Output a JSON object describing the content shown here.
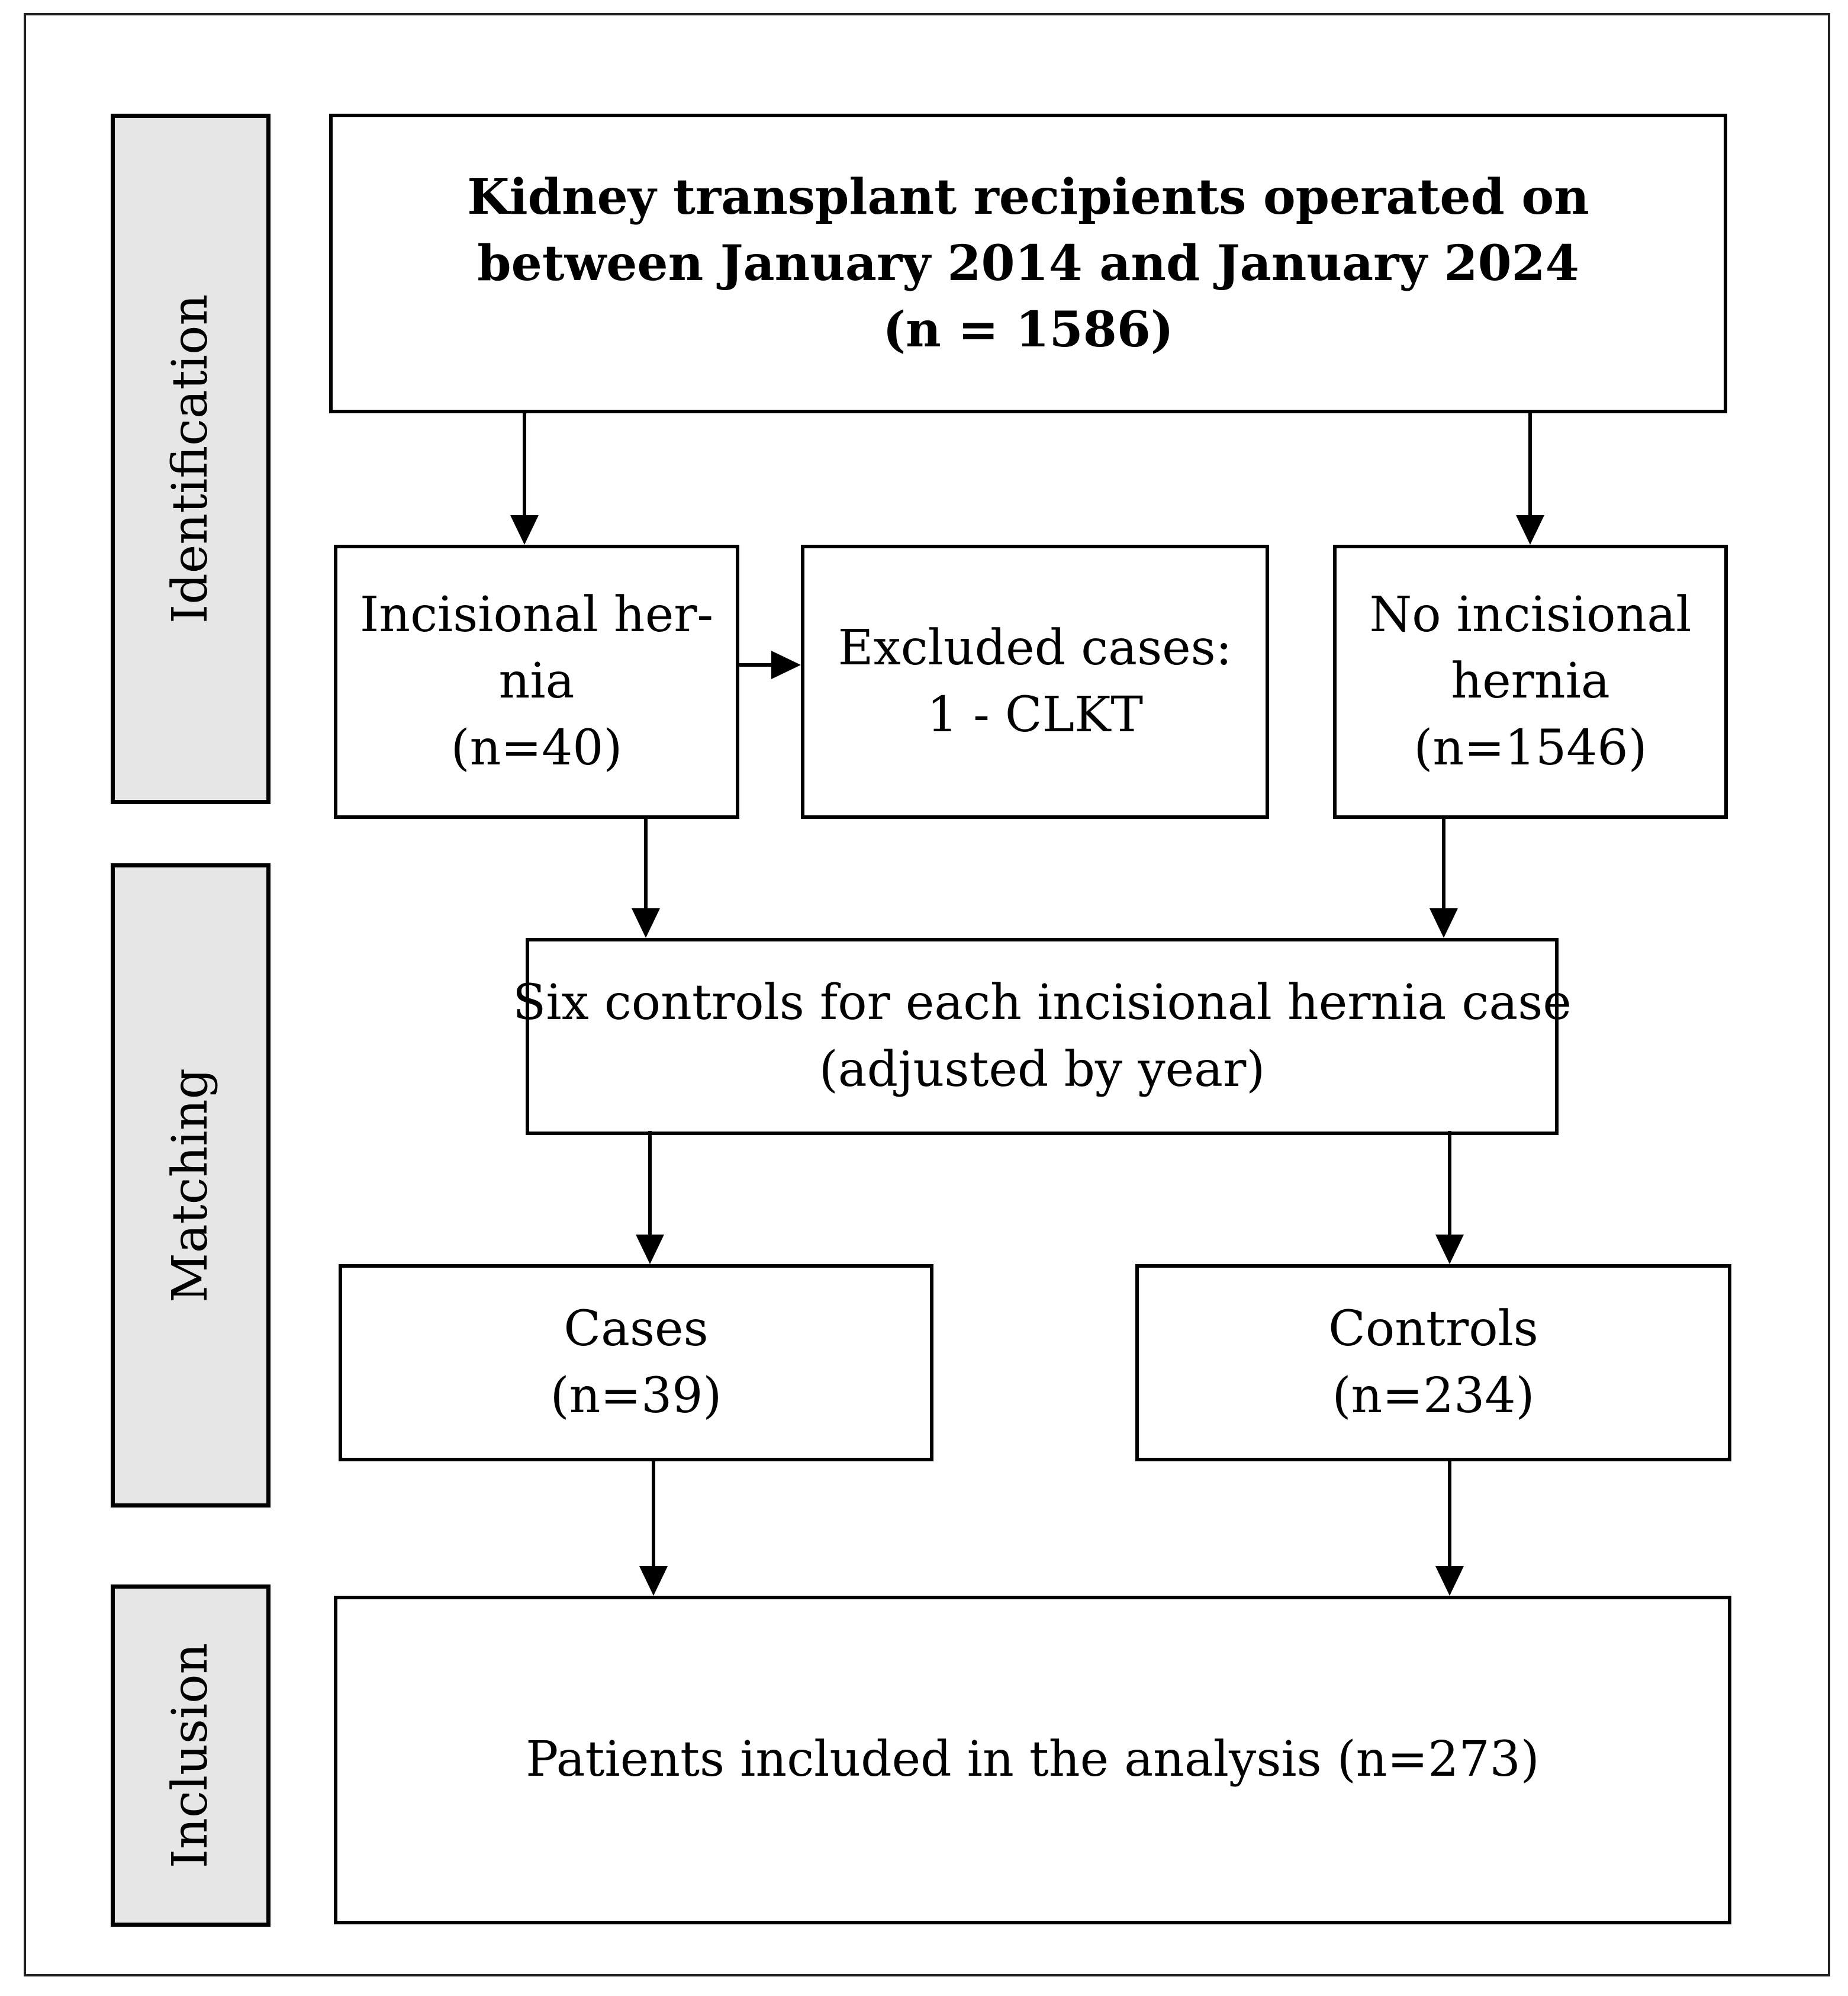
{
  "stages": [
    {
      "id": "identification",
      "label": "Identification"
    },
    {
      "id": "matching",
      "label": "Matching"
    },
    {
      "id": "inclusion",
      "label": "Inclusion"
    }
  ],
  "boxes": {
    "recipients": {
      "lines": [
        "Kidney transplant recipients operated on",
        "between January 2014 and January 2024",
        "(n = 1586)"
      ]
    },
    "hernia": {
      "lines": [
        "Incisional her-",
        "nia",
        "(n=40)"
      ]
    },
    "excluded": {
      "lines": [
        "Excluded cases:",
        "1 - CLKT"
      ]
    },
    "no_hernia": {
      "lines": [
        "No incisional",
        "hernia",
        "(n=1546)"
      ]
    },
    "matching": {
      "lines": [
        "Six controls for each incisional hernia case",
        "(adjusted by year)"
      ]
    },
    "cases": {
      "lines": [
        "Cases",
        "(n=39)"
      ]
    },
    "controls": {
      "lines": [
        "Controls",
        "(n=234)"
      ]
    },
    "included": {
      "lines": [
        "Patients included in the analysis (n=273)"
      ]
    }
  },
  "connections": [
    {
      "from": "recipients",
      "to": "hernia"
    },
    {
      "from": "recipients",
      "to": "no_hernia"
    },
    {
      "from": "hernia",
      "to": "excluded"
    },
    {
      "from": "hernia",
      "to": "matching"
    },
    {
      "from": "no_hernia",
      "to": "matching"
    },
    {
      "from": "matching",
      "to": "cases"
    },
    {
      "from": "matching",
      "to": "controls"
    },
    {
      "from": "cases",
      "to": "included"
    },
    {
      "from": "controls",
      "to": "included"
    }
  ]
}
